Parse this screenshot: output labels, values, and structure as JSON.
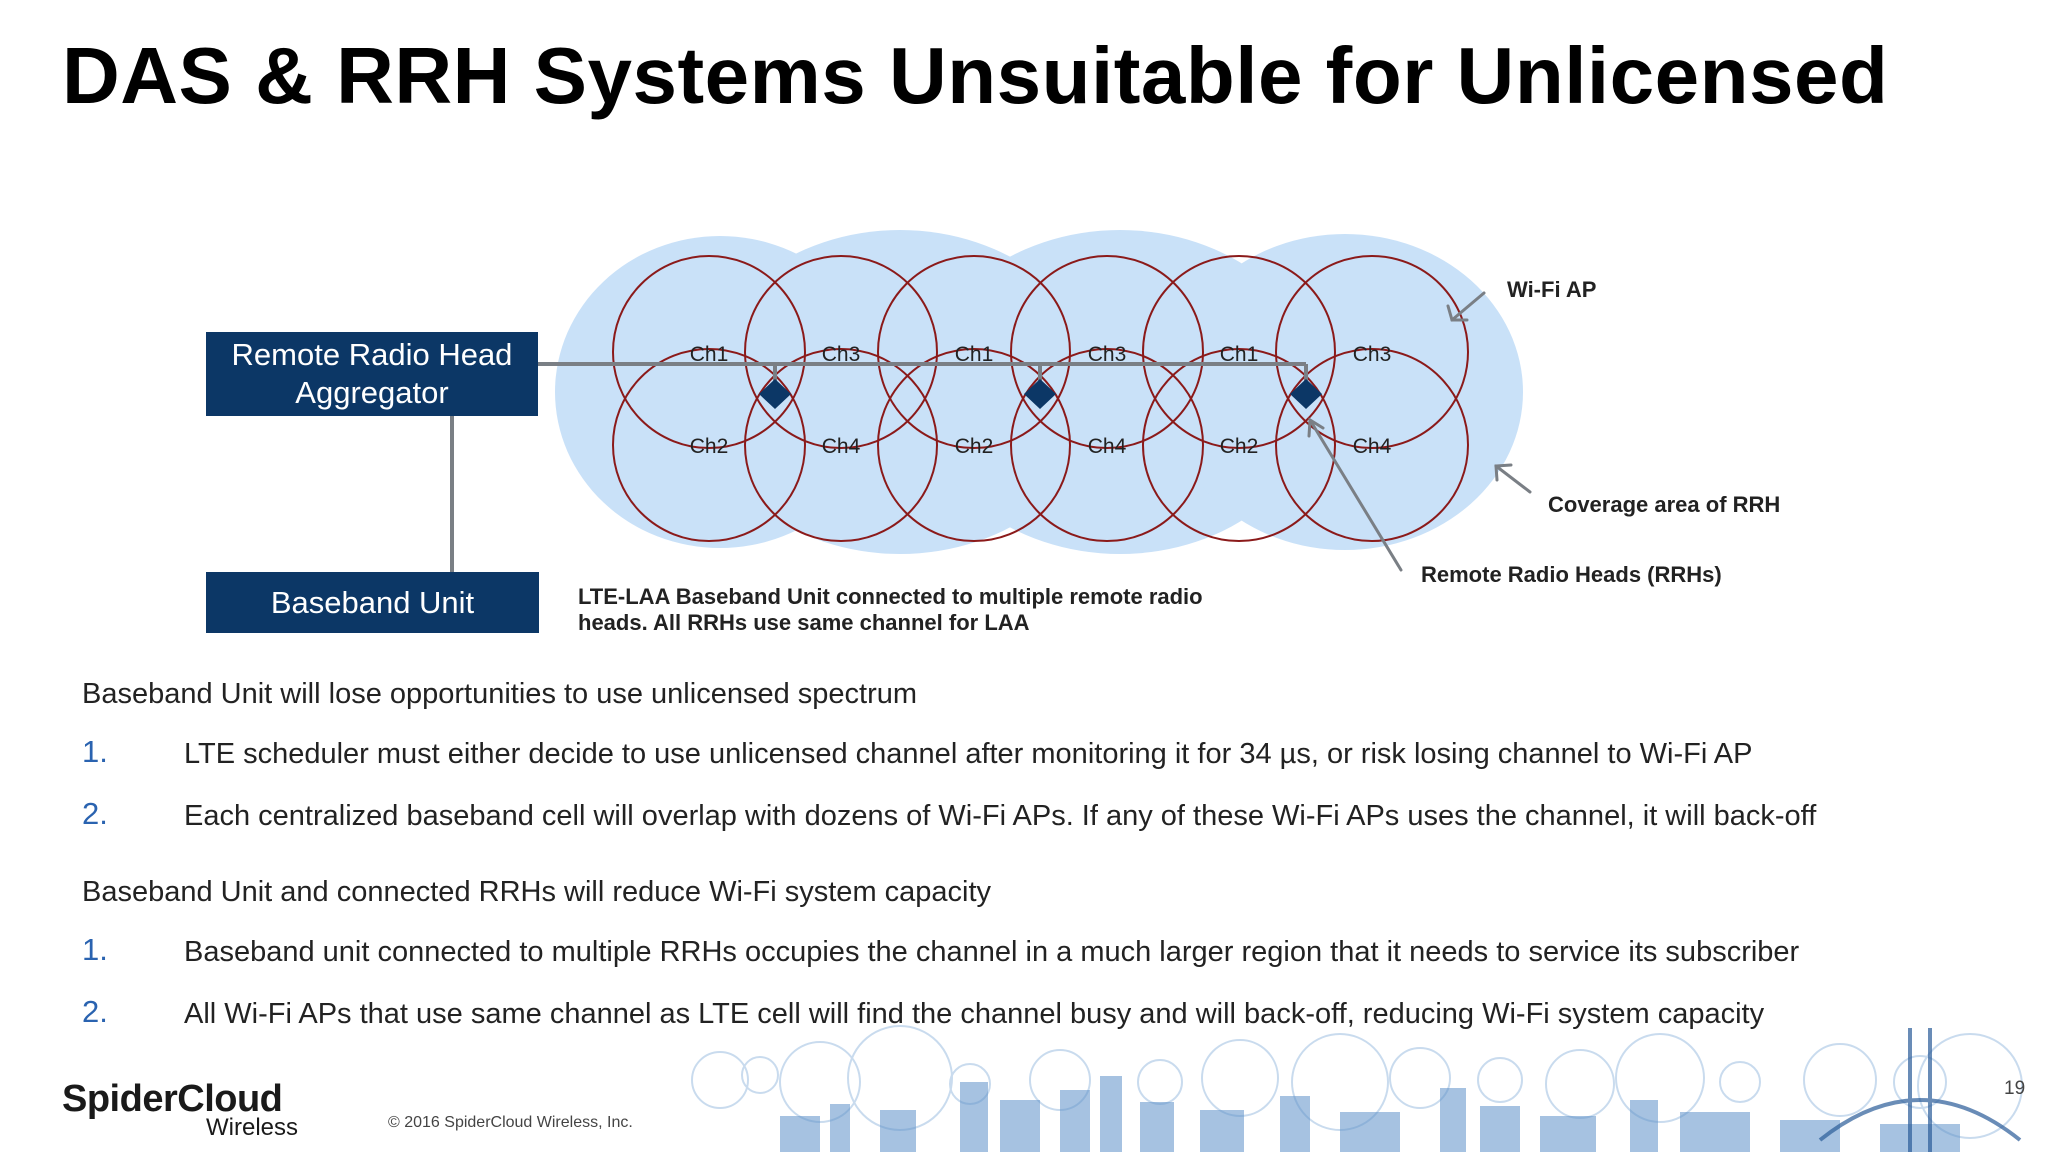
{
  "title": "DAS & RRH Systems Unsuitable for Unlicensed",
  "diagram": {
    "rrh_aggregator_lines": [
      "Remote Radio Head",
      "Aggregator"
    ],
    "baseband_unit": "Baseband Unit",
    "channels_top": [
      "Ch1",
      "Ch3",
      "Ch1",
      "Ch3",
      "Ch1",
      "Ch3"
    ],
    "channels_bottom": [
      "Ch2",
      "Ch4",
      "Ch2",
      "Ch4",
      "Ch2",
      "Ch4"
    ],
    "wifi_ap_label": "Wi-Fi AP",
    "coverage_label": "Coverage area of RRH",
    "rrh_label": "Remote Radio Heads (RRHs)",
    "caption_line1": "LTE-LAA Baseband Unit connected to multiple remote radio",
    "caption_line2": "heads. All RRHs use same channel for LAA",
    "colors": {
      "box_fill": "#0c3766",
      "coverage_fill": "#c9e1f8",
      "wifi_circle": "#8b1a1a",
      "connector": "#7a7f85",
      "node": "#0c3766"
    }
  },
  "sections": [
    {
      "heading": "Baseband Unit will lose opportunities to use unlicensed spectrum",
      "items": [
        {
          "num": "1.",
          "text": "LTE scheduler must either decide to use unlicensed channel after monitoring it for 34 µs, or risk losing channel to Wi-Fi AP"
        },
        {
          "num": "2.",
          "text": "Each centralized baseband cell will overlap with dozens of Wi-Fi APs. If any of these Wi-Fi APs uses the channel, it will back-off"
        }
      ]
    },
    {
      "heading": "Baseband Unit and connected RRHs will reduce Wi-Fi system capacity",
      "items": [
        {
          "num": "1.",
          "text": "Baseband unit connected to multiple RRHs occupies the channel in a much larger region that it needs to service its subscriber"
        },
        {
          "num": "2.",
          "text": "All Wi-Fi APs that use same channel as LTE cell will find the channel busy and will back-off, reducing Wi-Fi system capacity"
        }
      ]
    }
  ],
  "footer": {
    "logo_main": "SpiderCloud",
    "logo_sub": "Wireless",
    "copyright": "© 2016 SpiderCloud Wireless, Inc.",
    "page_number": "19"
  }
}
